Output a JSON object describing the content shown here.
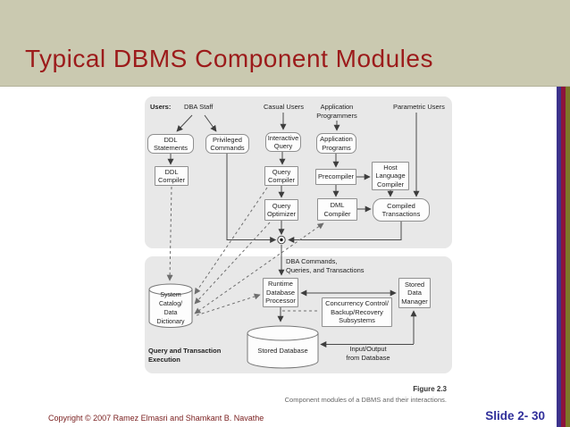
{
  "slide": {
    "title": "Typical DBMS Component Modules",
    "copyright": "Copyright © 2007 Ramez Elmasri and Shamkant B. Navathe",
    "slide_number": "Slide 2- 30"
  },
  "figure": {
    "number": "Figure 2.3",
    "caption": "Component modules of a DBMS and their interactions."
  },
  "diagram": {
    "users_label": "Users:",
    "user_types": {
      "dba_staff": "DBA Staff",
      "casual_users": "Casual Users",
      "application_programmers": "Application\nProgrammers",
      "parametric_users": "Parametric Users"
    },
    "boxes": {
      "ddl_statements": "DDL\nStatements",
      "privileged_commands": "Privileged\nCommands",
      "interactive_query": "Interactive\nQuery",
      "application_programs": "Application\nPrograms",
      "ddl_compiler": "DDL\nCompiler",
      "query_compiler": "Query\nCompiler",
      "precompiler": "Precompiler",
      "host_language_compiler": "Host\nLanguage\nCompiler",
      "query_optimizer": "Query\nOptimizer",
      "dml_compiler": "DML\nCompiler",
      "compiled_transactions": "Compiled\nTransactions",
      "runtime_database_processor": "Runtime\nDatabase\nProcessor",
      "stored_data_manager": "Stored\nData\nManager",
      "concurrency_control": "Concurrency Control/\nBackup/Recovery\nSubsystems"
    },
    "cylinders": {
      "system_catalog": "System\nCatalog/\nData\nDictionary",
      "stored_database": "Stored Database"
    },
    "labels": {
      "dba_commands": "DBA Commands,\nQueries, and Transactions",
      "query_execution": "Query and Transaction\nExecution",
      "input_output": "Input/Output\nfrom Database"
    },
    "colors": {
      "title_red": "#9c1b1b",
      "header_beige": "#cac9b0",
      "slide_number_blue": "#31309b",
      "stripe_blue": "#3c328c",
      "stripe_maroon": "#8c143c",
      "stripe_olive": "#7d7828",
      "panel_gray": "#e8e8e8"
    }
  }
}
